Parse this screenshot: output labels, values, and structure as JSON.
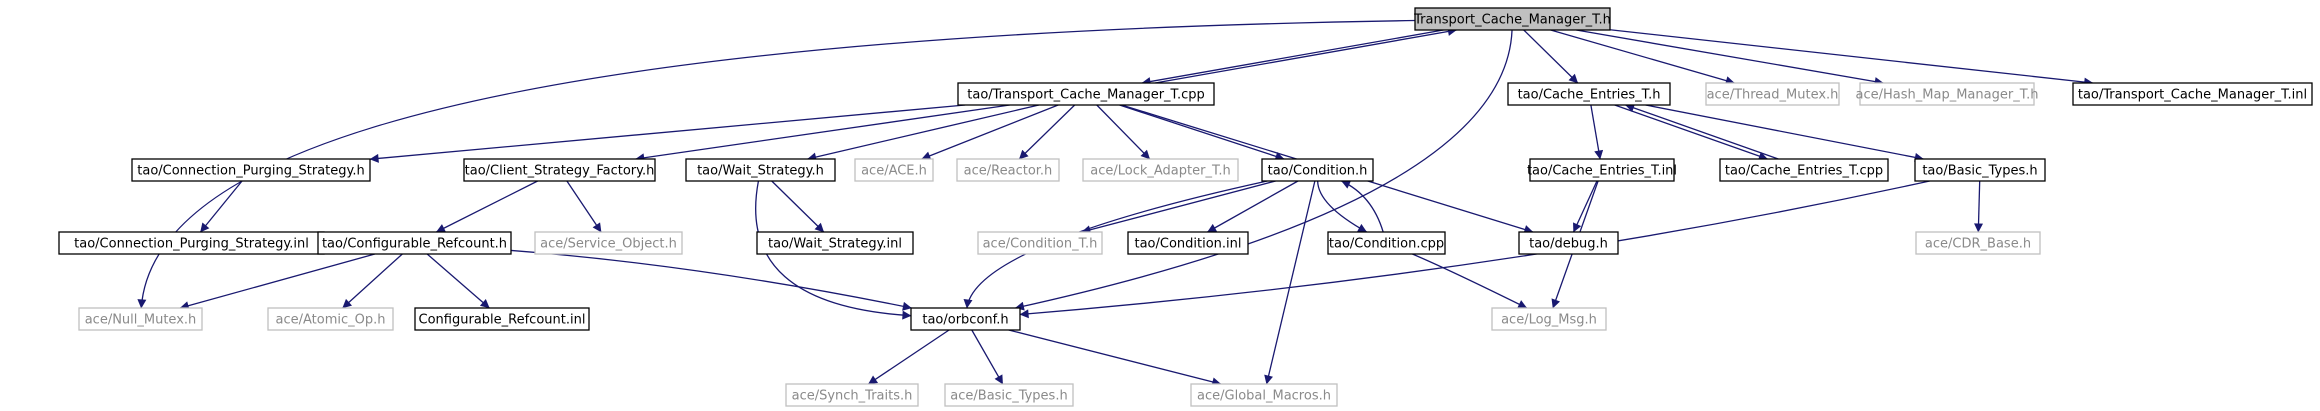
{
  "colors": {
    "edge": "#191970",
    "root_fill": "#c0c0c0",
    "node_border": "#000000",
    "external_border": "#c0c0c0",
    "text_dark": "#000000",
    "text_muted": "#8a8a8a",
    "background": "#ffffff"
  },
  "nodes": [
    {
      "id": "root",
      "label": "Transport_Cache_Manager_T.h",
      "kind": "root",
      "interactable": false
    },
    {
      "id": "tcm_cpp",
      "label": "tao/Transport_Cache_Manager_T.cpp",
      "kind": "link",
      "interactable": true
    },
    {
      "id": "cache_entries_h",
      "label": "tao/Cache_Entries_T.h",
      "kind": "link",
      "interactable": true
    },
    {
      "id": "thread_mutex",
      "label": "ace/Thread_Mutex.h",
      "kind": "external",
      "interactable": false
    },
    {
      "id": "hash_map",
      "label": "ace/Hash_Map_Manager_T.h",
      "kind": "external",
      "interactable": false
    },
    {
      "id": "tcm_inl",
      "label": "tao/Transport_Cache_Manager_T.inl",
      "kind": "link",
      "interactable": true
    },
    {
      "id": "conn_purging_h",
      "label": "tao/Connection_Purging_Strategy.h",
      "kind": "link",
      "interactable": true
    },
    {
      "id": "client_strategy",
      "label": "tao/Client_Strategy_Factory.h",
      "kind": "link",
      "interactable": true
    },
    {
      "id": "wait_strategy_h",
      "label": "tao/Wait_Strategy.h",
      "kind": "link",
      "interactable": true
    },
    {
      "id": "ace_ace",
      "label": "ace/ACE.h",
      "kind": "external",
      "interactable": false
    },
    {
      "id": "ace_reactor",
      "label": "ace/Reactor.h",
      "kind": "external",
      "interactable": false
    },
    {
      "id": "lock_adapter",
      "label": "ace/Lock_Adapter_T.h",
      "kind": "external",
      "interactable": false
    },
    {
      "id": "condition_h",
      "label": "tao/Condition.h",
      "kind": "link",
      "interactable": true
    },
    {
      "id": "cache_entries_inl",
      "label": "tao/Cache_Entries_T.inl",
      "kind": "link",
      "interactable": true
    },
    {
      "id": "cache_entries_cpp",
      "label": "tao/Cache_Entries_T.cpp",
      "kind": "link",
      "interactable": true
    },
    {
      "id": "basic_types_tao",
      "label": "tao/Basic_Types.h",
      "kind": "link",
      "interactable": true
    },
    {
      "id": "conn_purging_inl",
      "label": "tao/Connection_Purging_Strategy.inl",
      "kind": "link",
      "interactable": true
    },
    {
      "id": "configurable_refcount_h",
      "label": "tao/Configurable_Refcount.h",
      "kind": "link",
      "interactable": true
    },
    {
      "id": "service_object",
      "label": "ace/Service_Object.h",
      "kind": "external",
      "interactable": false
    },
    {
      "id": "wait_strategy_inl",
      "label": "tao/Wait_Strategy.inl",
      "kind": "link",
      "interactable": true
    },
    {
      "id": "condition_t",
      "label": "ace/Condition_T.h",
      "kind": "external",
      "interactable": false
    },
    {
      "id": "condition_inl",
      "label": "tao/Condition.inl",
      "kind": "link",
      "interactable": true
    },
    {
      "id": "condition_cpp",
      "label": "tao/Condition.cpp",
      "kind": "link",
      "interactable": true
    },
    {
      "id": "debug_h",
      "label": "tao/debug.h",
      "kind": "link",
      "interactable": true
    },
    {
      "id": "cdr_base",
      "label": "ace/CDR_Base.h",
      "kind": "external",
      "interactable": false
    },
    {
      "id": "null_mutex",
      "label": "ace/Null_Mutex.h",
      "kind": "external",
      "interactable": false
    },
    {
      "id": "atomic_op",
      "label": "ace/Atomic_Op.h",
      "kind": "external",
      "interactable": false
    },
    {
      "id": "configurable_refcount_inl",
      "label": "Configurable_Refcount.inl",
      "kind": "link",
      "interactable": true
    },
    {
      "id": "orbconf",
      "label": "tao/orbconf.h",
      "kind": "link",
      "interactable": true
    },
    {
      "id": "log_msg",
      "label": "ace/Log_Msg.h",
      "kind": "external",
      "interactable": false
    },
    {
      "id": "synch_traits",
      "label": "ace/Synch_Traits.h",
      "kind": "external",
      "interactable": false
    },
    {
      "id": "basic_types_ace",
      "label": "ace/Basic_Types.h",
      "kind": "external",
      "interactable": false
    },
    {
      "id": "global_macros",
      "label": "ace/Global_Macros.h",
      "kind": "external",
      "interactable": false
    }
  ],
  "edges": [
    [
      "root",
      "null_mutex"
    ],
    [
      "root",
      "tcm_cpp"
    ],
    [
      "root",
      "orbconf"
    ],
    [
      "root",
      "cache_entries_h"
    ],
    [
      "root",
      "thread_mutex"
    ],
    [
      "root",
      "hash_map"
    ],
    [
      "root",
      "tcm_inl"
    ],
    [
      "tcm_cpp",
      "root"
    ],
    [
      "tcm_cpp",
      "conn_purging_h"
    ],
    [
      "tcm_cpp",
      "client_strategy"
    ],
    [
      "tcm_cpp",
      "wait_strategy_h"
    ],
    [
      "tcm_cpp",
      "ace_ace"
    ],
    [
      "tcm_cpp",
      "ace_reactor"
    ],
    [
      "tcm_cpp",
      "lock_adapter"
    ],
    [
      "tcm_cpp",
      "condition_h"
    ],
    [
      "tcm_cpp",
      "debug_h"
    ],
    [
      "cache_entries_h",
      "cache_entries_inl"
    ],
    [
      "cache_entries_h",
      "cache_entries_cpp"
    ],
    [
      "cache_entries_h",
      "basic_types_tao"
    ],
    [
      "cache_entries_cpp",
      "cache_entries_h"
    ],
    [
      "cache_entries_inl",
      "debug_h"
    ],
    [
      "cache_entries_inl",
      "log_msg"
    ],
    [
      "basic_types_tao",
      "cdr_base"
    ],
    [
      "basic_types_tao",
      "orbconf"
    ],
    [
      "conn_purging_h",
      "conn_purging_inl"
    ],
    [
      "client_strategy",
      "configurable_refcount_h"
    ],
    [
      "client_strategy",
      "service_object"
    ],
    [
      "wait_strategy_h",
      "wait_strategy_inl"
    ],
    [
      "wait_strategy_h",
      "orbconf"
    ],
    [
      "configurable_refcount_h",
      "null_mutex"
    ],
    [
      "configurable_refcount_h",
      "atomic_op"
    ],
    [
      "configurable_refcount_h",
      "configurable_refcount_inl"
    ],
    [
      "configurable_refcount_h",
      "orbconf"
    ],
    [
      "condition_h",
      "orbconf"
    ],
    [
      "condition_h",
      "condition_t"
    ],
    [
      "condition_h",
      "condition_inl"
    ],
    [
      "condition_h",
      "condition_cpp"
    ],
    [
      "condition_h",
      "global_macros"
    ],
    [
      "condition_cpp",
      "condition_h"
    ],
    [
      "condition_cpp",
      "log_msg"
    ],
    [
      "orbconf",
      "synch_traits"
    ],
    [
      "orbconf",
      "basic_types_ace"
    ],
    [
      "orbconf",
      "global_macros"
    ]
  ]
}
